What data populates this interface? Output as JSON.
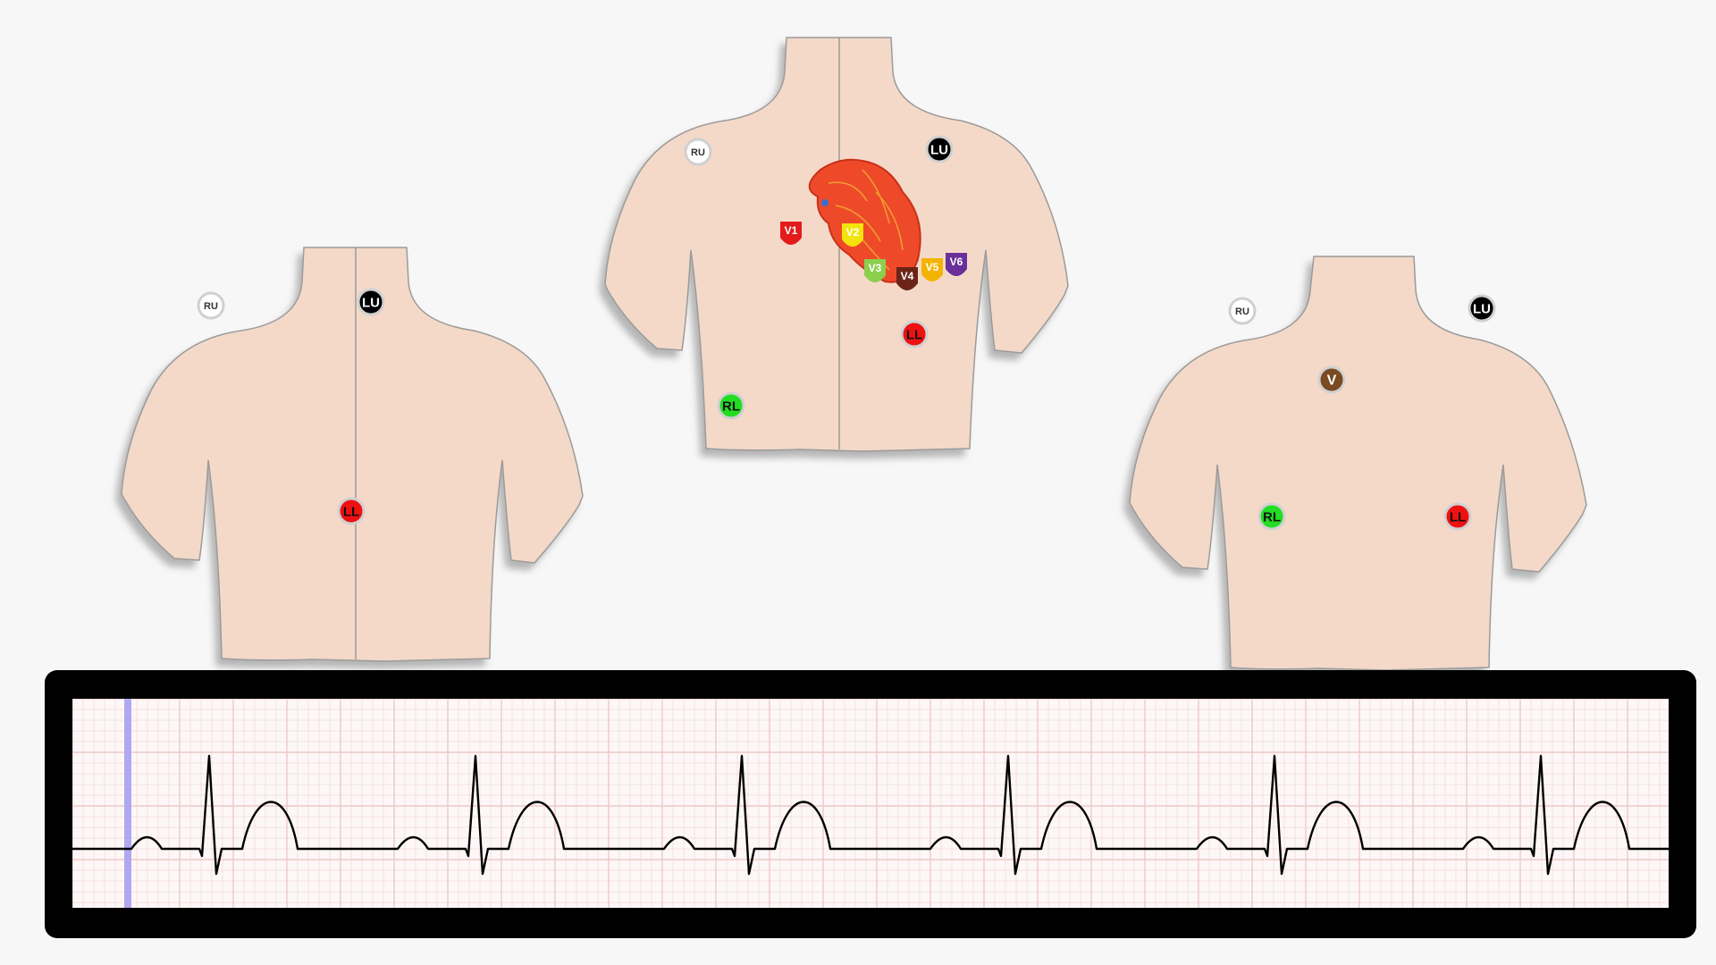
{
  "torsos": [
    {
      "id": "left",
      "electrodes": [
        {
          "label": "RU",
          "color": "#ffffff",
          "text_color": "#333333"
        },
        {
          "label": "LU",
          "color": "#000000",
          "text_color": "#ffffff"
        },
        {
          "label": "LL",
          "color": "#ee1111",
          "text_color": "#111111"
        }
      ]
    },
    {
      "id": "center",
      "electrodes": [
        {
          "label": "RU",
          "color": "#ffffff",
          "text_color": "#333333"
        },
        {
          "label": "LU",
          "color": "#000000",
          "text_color": "#ffffff"
        },
        {
          "label": "RL",
          "color": "#22dd22",
          "text_color": "#111111"
        },
        {
          "label": "LL",
          "color": "#ee1111",
          "text_color": "#111111"
        }
      ],
      "chest_leads": [
        {
          "label": "V1",
          "color": "#e31b1b"
        },
        {
          "label": "V2",
          "color": "#f2e40c"
        },
        {
          "label": "V3",
          "color": "#8ccf4d"
        },
        {
          "label": "V4",
          "color": "#6b2417"
        },
        {
          "label": "V5",
          "color": "#f5b301"
        },
        {
          "label": "V6",
          "color": "#6a2f9a"
        }
      ],
      "heart_icon": "heart-anatomy-icon"
    },
    {
      "id": "right",
      "electrodes": [
        {
          "label": "RU",
          "color": "#ffffff",
          "text_color": "#333333"
        },
        {
          "label": "LU",
          "color": "#000000",
          "text_color": "#ffffff"
        },
        {
          "label": "V",
          "color": "#7a4a20",
          "text_color": "#ffffff"
        },
        {
          "label": "RL",
          "color": "#22dd22",
          "text_color": "#111111"
        },
        {
          "label": "LL",
          "color": "#ee1111",
          "text_color": "#111111"
        }
      ]
    }
  ],
  "ecg": {
    "beat_count": 6,
    "paper_color": "#fdf7f7",
    "grid_color": "#efc9c9",
    "trace_color": "#000000",
    "cursor_color": "#b0a8f0"
  },
  "colors": {
    "skin": "#f4d9c8",
    "skin_outline": "#9b9b9b",
    "background": "#f7f7f7",
    "monitor_frame": "#000000"
  }
}
